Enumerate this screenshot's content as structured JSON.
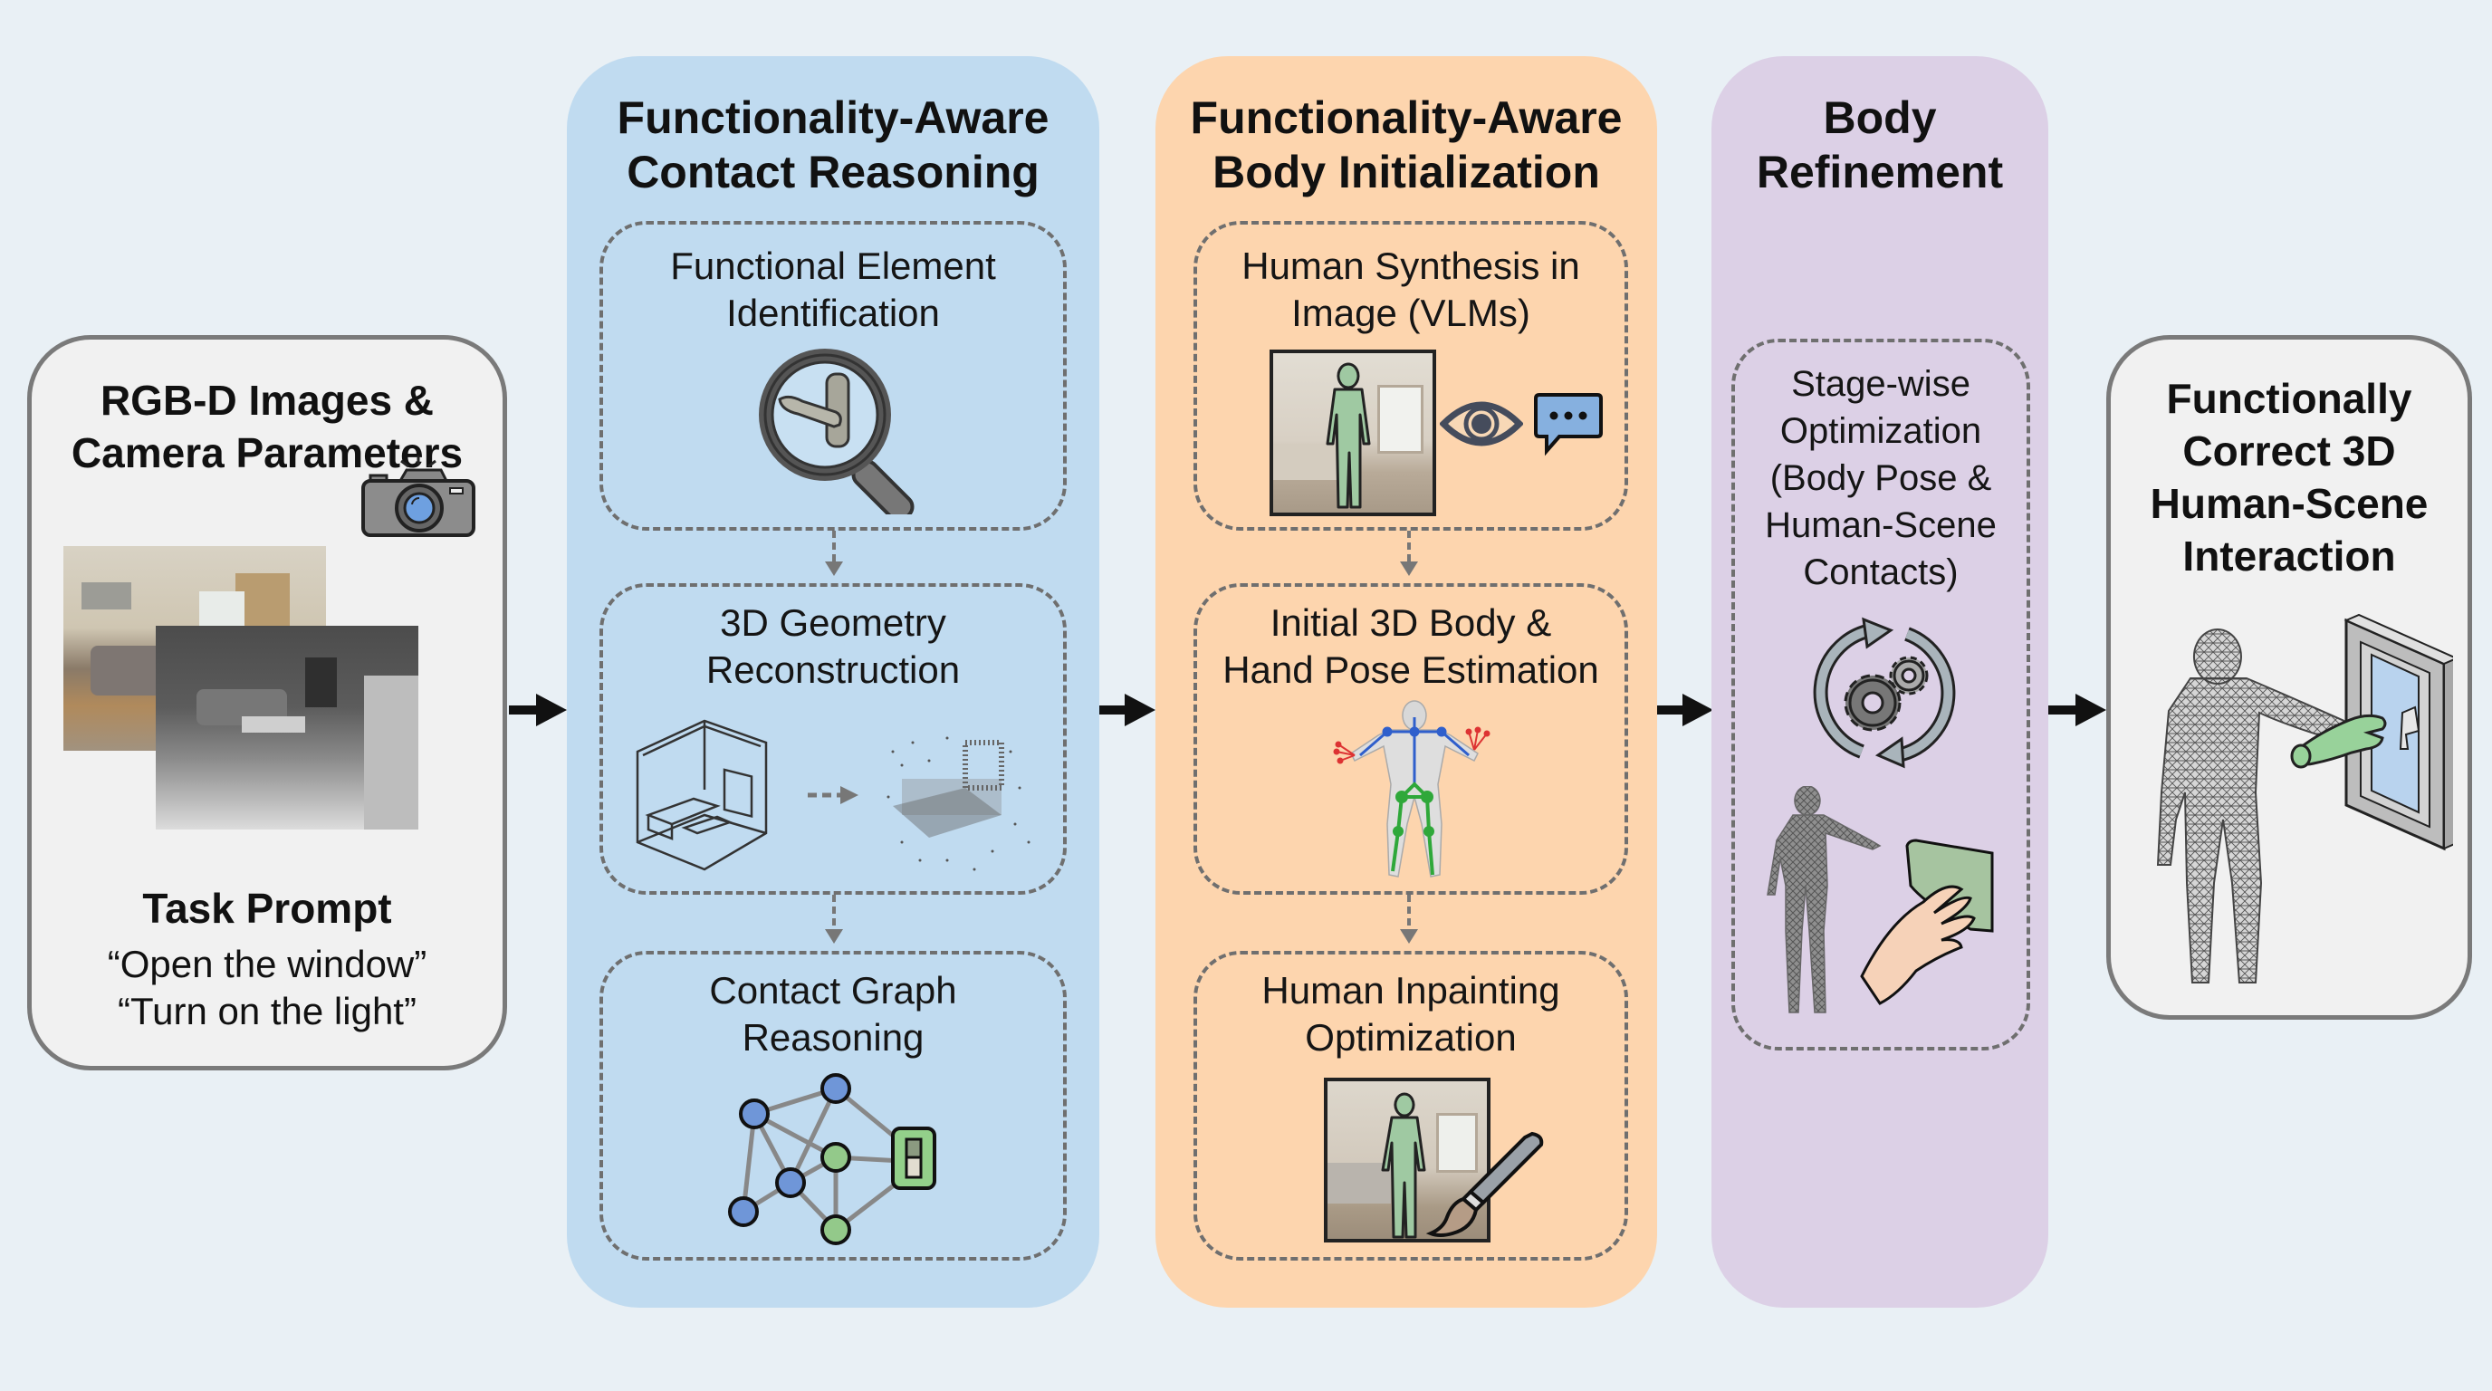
{
  "input": {
    "title_line1": "RGB-D Images &",
    "title_line2": "Camera Parameters",
    "task_heading": "Task Prompt",
    "prompts": [
      "“Open the window”",
      "“Turn on the light”"
    ]
  },
  "stages": [
    {
      "title_line1": "Functionality-Aware",
      "title_line2": "Contact Reasoning",
      "color": "#c0dbf0",
      "steps": [
        {
          "line1": "Functional Element",
          "line2": "Identification",
          "icon": "magnifier-door-handle-icon"
        },
        {
          "line1": "3D Geometry",
          "line2": "Reconstruction",
          "icon": "room-to-point-cloud-icon"
        },
        {
          "line1": "Contact Graph",
          "line2": "Reasoning",
          "icon": "contact-graph-icon"
        }
      ]
    },
    {
      "title_line1": "Functionality-Aware",
      "title_line2": "Body Initialization",
      "color": "#fdd5ae",
      "steps": [
        {
          "line1": "Human Synthesis in",
          "line2": "Image (VLMs)",
          "icon": "human-synthesis-eye-chat-icon"
        },
        {
          "line1": "Initial 3D Body &",
          "line2": "Hand Pose Estimation",
          "icon": "skeleton-body-icon"
        },
        {
          "line1": "Human Inpainting",
          "line2": "Optimization",
          "icon": "inpainting-brush-icon"
        }
      ]
    },
    {
      "title_line1": "Body",
      "title_line2": "Refinement",
      "color": "#dcd0e6",
      "steps": [
        {
          "lines": [
            "Stage-wise",
            "Optimization",
            "(Body Pose &",
            "Human-Scene",
            "Contacts)"
          ],
          "icon": "gears-cycle-icon"
        }
      ]
    }
  ],
  "output": {
    "lines": [
      "Functionally",
      "Correct 3D",
      "Human-Scene",
      "Interaction"
    ]
  }
}
